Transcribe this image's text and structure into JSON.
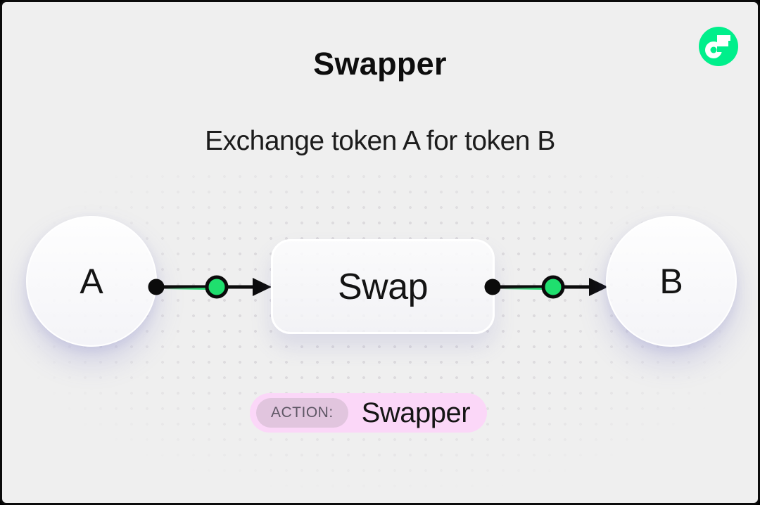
{
  "header": {
    "title": "Swapper",
    "subtitle": "Exchange token A for token B"
  },
  "brand": {
    "icon": "flow-logo",
    "logo_color": "#00ef8b"
  },
  "diagram": {
    "source_node": "A",
    "process_node": "Swap",
    "target_node": "B",
    "connector_green": "#1fdf6e",
    "connector_ink": "#0b0b0b"
  },
  "action_badge": {
    "label": "ACTION:",
    "value": "Swapper",
    "badge_bg": "#fbd7f8",
    "label_bg": "#e1c5de",
    "label_color": "#5d5664"
  },
  "colors": {
    "background": "#efefef",
    "frame": "#0b0b0b",
    "ink": "#0d0d0d",
    "dot": "#dcdadd"
  }
}
